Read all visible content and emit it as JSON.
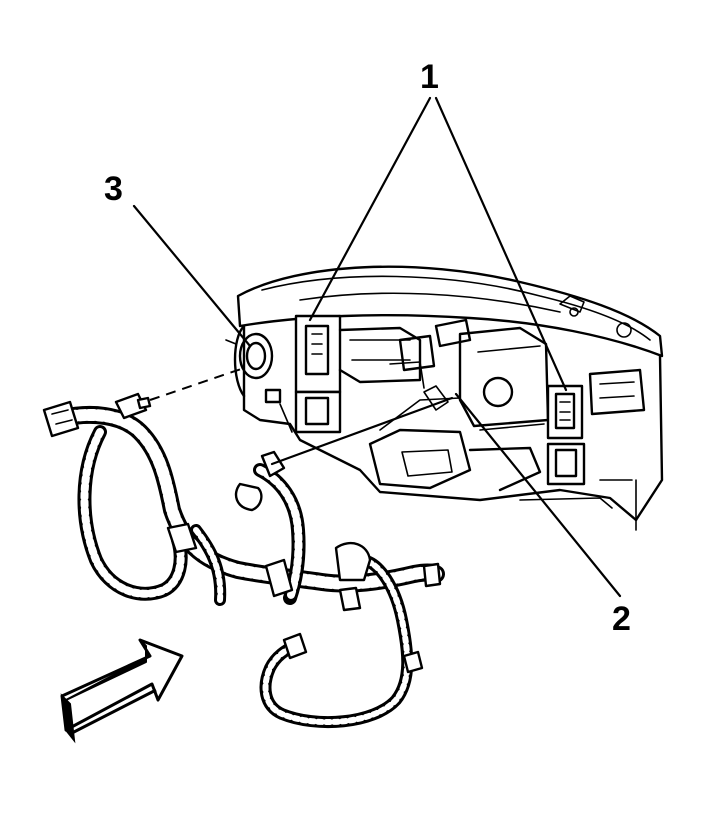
{
  "callouts": [
    {
      "id": "1",
      "label": "1"
    },
    {
      "id": "2",
      "label": "2"
    },
    {
      "id": "3",
      "label": "3"
    }
  ],
  "colors": {
    "ink": "#000000",
    "paper": "#ffffff"
  },
  "icons": {
    "view_arrow": "view-direction-arrow-icon"
  }
}
